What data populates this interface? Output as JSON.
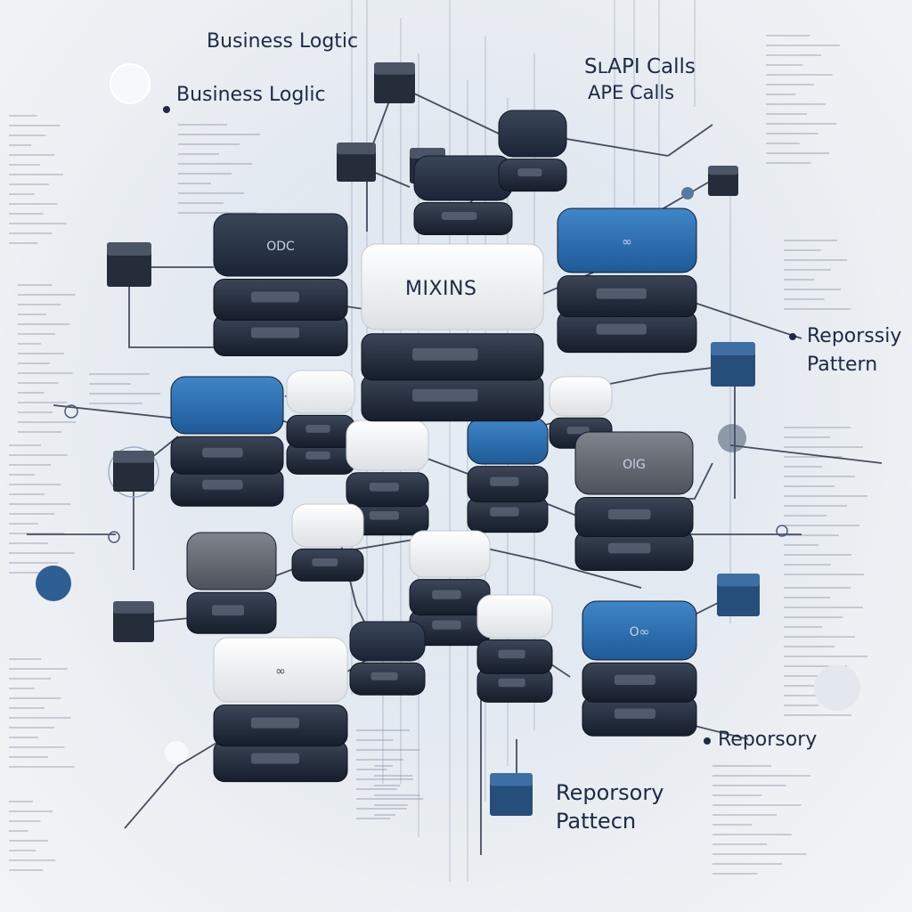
{
  "labels": {
    "business_logic_1": "Business Logtic",
    "business_logic_2": "Business Loglic",
    "api_calls_1": "SʟAPI Calls",
    "api_calls_2": "APE Calls",
    "repository_1_line1": "Reporssiy",
    "repository_1_line2": "Pattern",
    "repository_2": "Reporsory",
    "repository_3_line1": "Reporsory",
    "repository_3_line2": "Pattecn",
    "mixins": "MIXINS"
  },
  "stack_marks": {
    "top_left": "ODC",
    "top_right": "∞",
    "mid_right": "OlG",
    "lower_right": "O∞",
    "bottom_left": "∞"
  },
  "colors": {
    "navy": "#1f2b44",
    "blue": "#2d6fb0",
    "grey": "#5b6068",
    "white": "#f1f2f4",
    "background": "#e7ecf2"
  }
}
